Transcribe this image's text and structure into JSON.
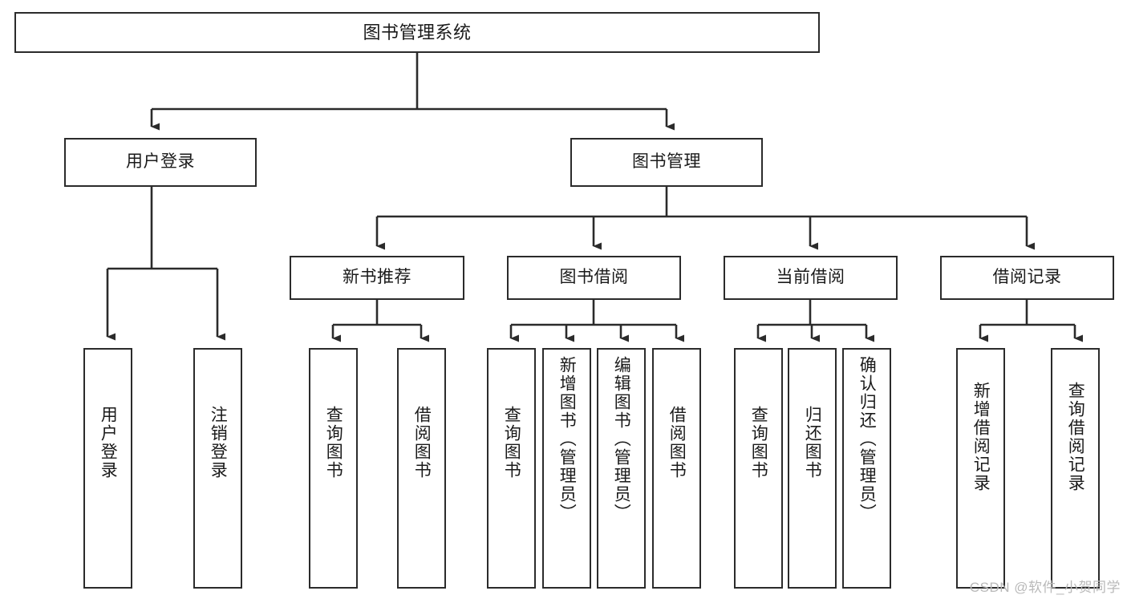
{
  "diagram": {
    "title": "图书管理系统",
    "watermark": "CSDN @软件_小贺同学",
    "colors": {
      "stroke": "#2b2b2b",
      "fill": "#ffffff",
      "text": "#1a1a1a",
      "watermark": "#b9b9b9"
    },
    "levels": {
      "root": {
        "label": "图书管理系统"
      },
      "level2": [
        {
          "id": "user-login",
          "label": "用户登录"
        },
        {
          "id": "book-management",
          "label": "图书管理"
        }
      ],
      "level3": [
        {
          "id": "new-book-recommend",
          "label": "新书推荐"
        },
        {
          "id": "book-borrow",
          "label": "图书借阅"
        },
        {
          "id": "current-borrow",
          "label": "当前借阅"
        },
        {
          "id": "borrow-record",
          "label": "借阅记录"
        }
      ],
      "leaves": {
        "user-login": [
          {
            "id": "leaf-user-login",
            "label": "用户登录"
          },
          {
            "id": "leaf-logout-login",
            "label": "注销登录"
          }
        ],
        "new-book-recommend": [
          {
            "id": "leaf-query-book-1",
            "label": "查询图书"
          },
          {
            "id": "leaf-borrow-book-1",
            "label": "借阅图书"
          }
        ],
        "book-borrow": [
          {
            "id": "leaf-query-book-2",
            "label": "查询图书"
          },
          {
            "id": "leaf-add-book-admin",
            "label": "新增图书（管理员）"
          },
          {
            "id": "leaf-edit-book-admin",
            "label": "编辑图书（管理员）"
          },
          {
            "id": "leaf-borrow-book-2",
            "label": "借阅图书"
          }
        ],
        "current-borrow": [
          {
            "id": "leaf-query-book-3",
            "label": "查询图书"
          },
          {
            "id": "leaf-return-book",
            "label": "归还图书"
          },
          {
            "id": "leaf-confirm-return-admin",
            "label": "确认归还（管理员）"
          }
        ],
        "borrow-record": [
          {
            "id": "leaf-add-borrow-record",
            "label": "新增借阅记录"
          },
          {
            "id": "leaf-query-borrow-record",
            "label": "查询借阅记录"
          }
        ]
      }
    }
  }
}
